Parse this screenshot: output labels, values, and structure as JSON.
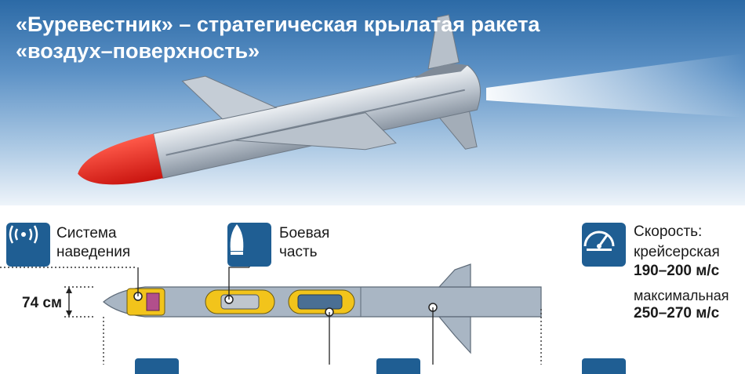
{
  "title": {
    "line1": "«Буревестник» – стратегическая крылатая ракета",
    "line2": "«воздух–поверхность»"
  },
  "labels": {
    "guidance": {
      "line1": "Система",
      "line2": "наведения",
      "icon": "radar-signal-icon"
    },
    "warhead": {
      "line1": "Боевая",
      "line2": "часть",
      "icon": "warhead-icon"
    }
  },
  "dimension": {
    "diameter": "74 см"
  },
  "speed": {
    "heading": "Скорость:",
    "cruise_label": "крейсерская",
    "cruise_value": "190–200 м/с",
    "max_label": "максимальная",
    "max_value": "250–270 м/с",
    "icon": "speedometer-icon"
  },
  "colors": {
    "accent_blue": "#1f5e93",
    "nose_red": "#e32b2b",
    "component_yellow": "#f2c41b",
    "body_gray": "#a8b4c2"
  }
}
